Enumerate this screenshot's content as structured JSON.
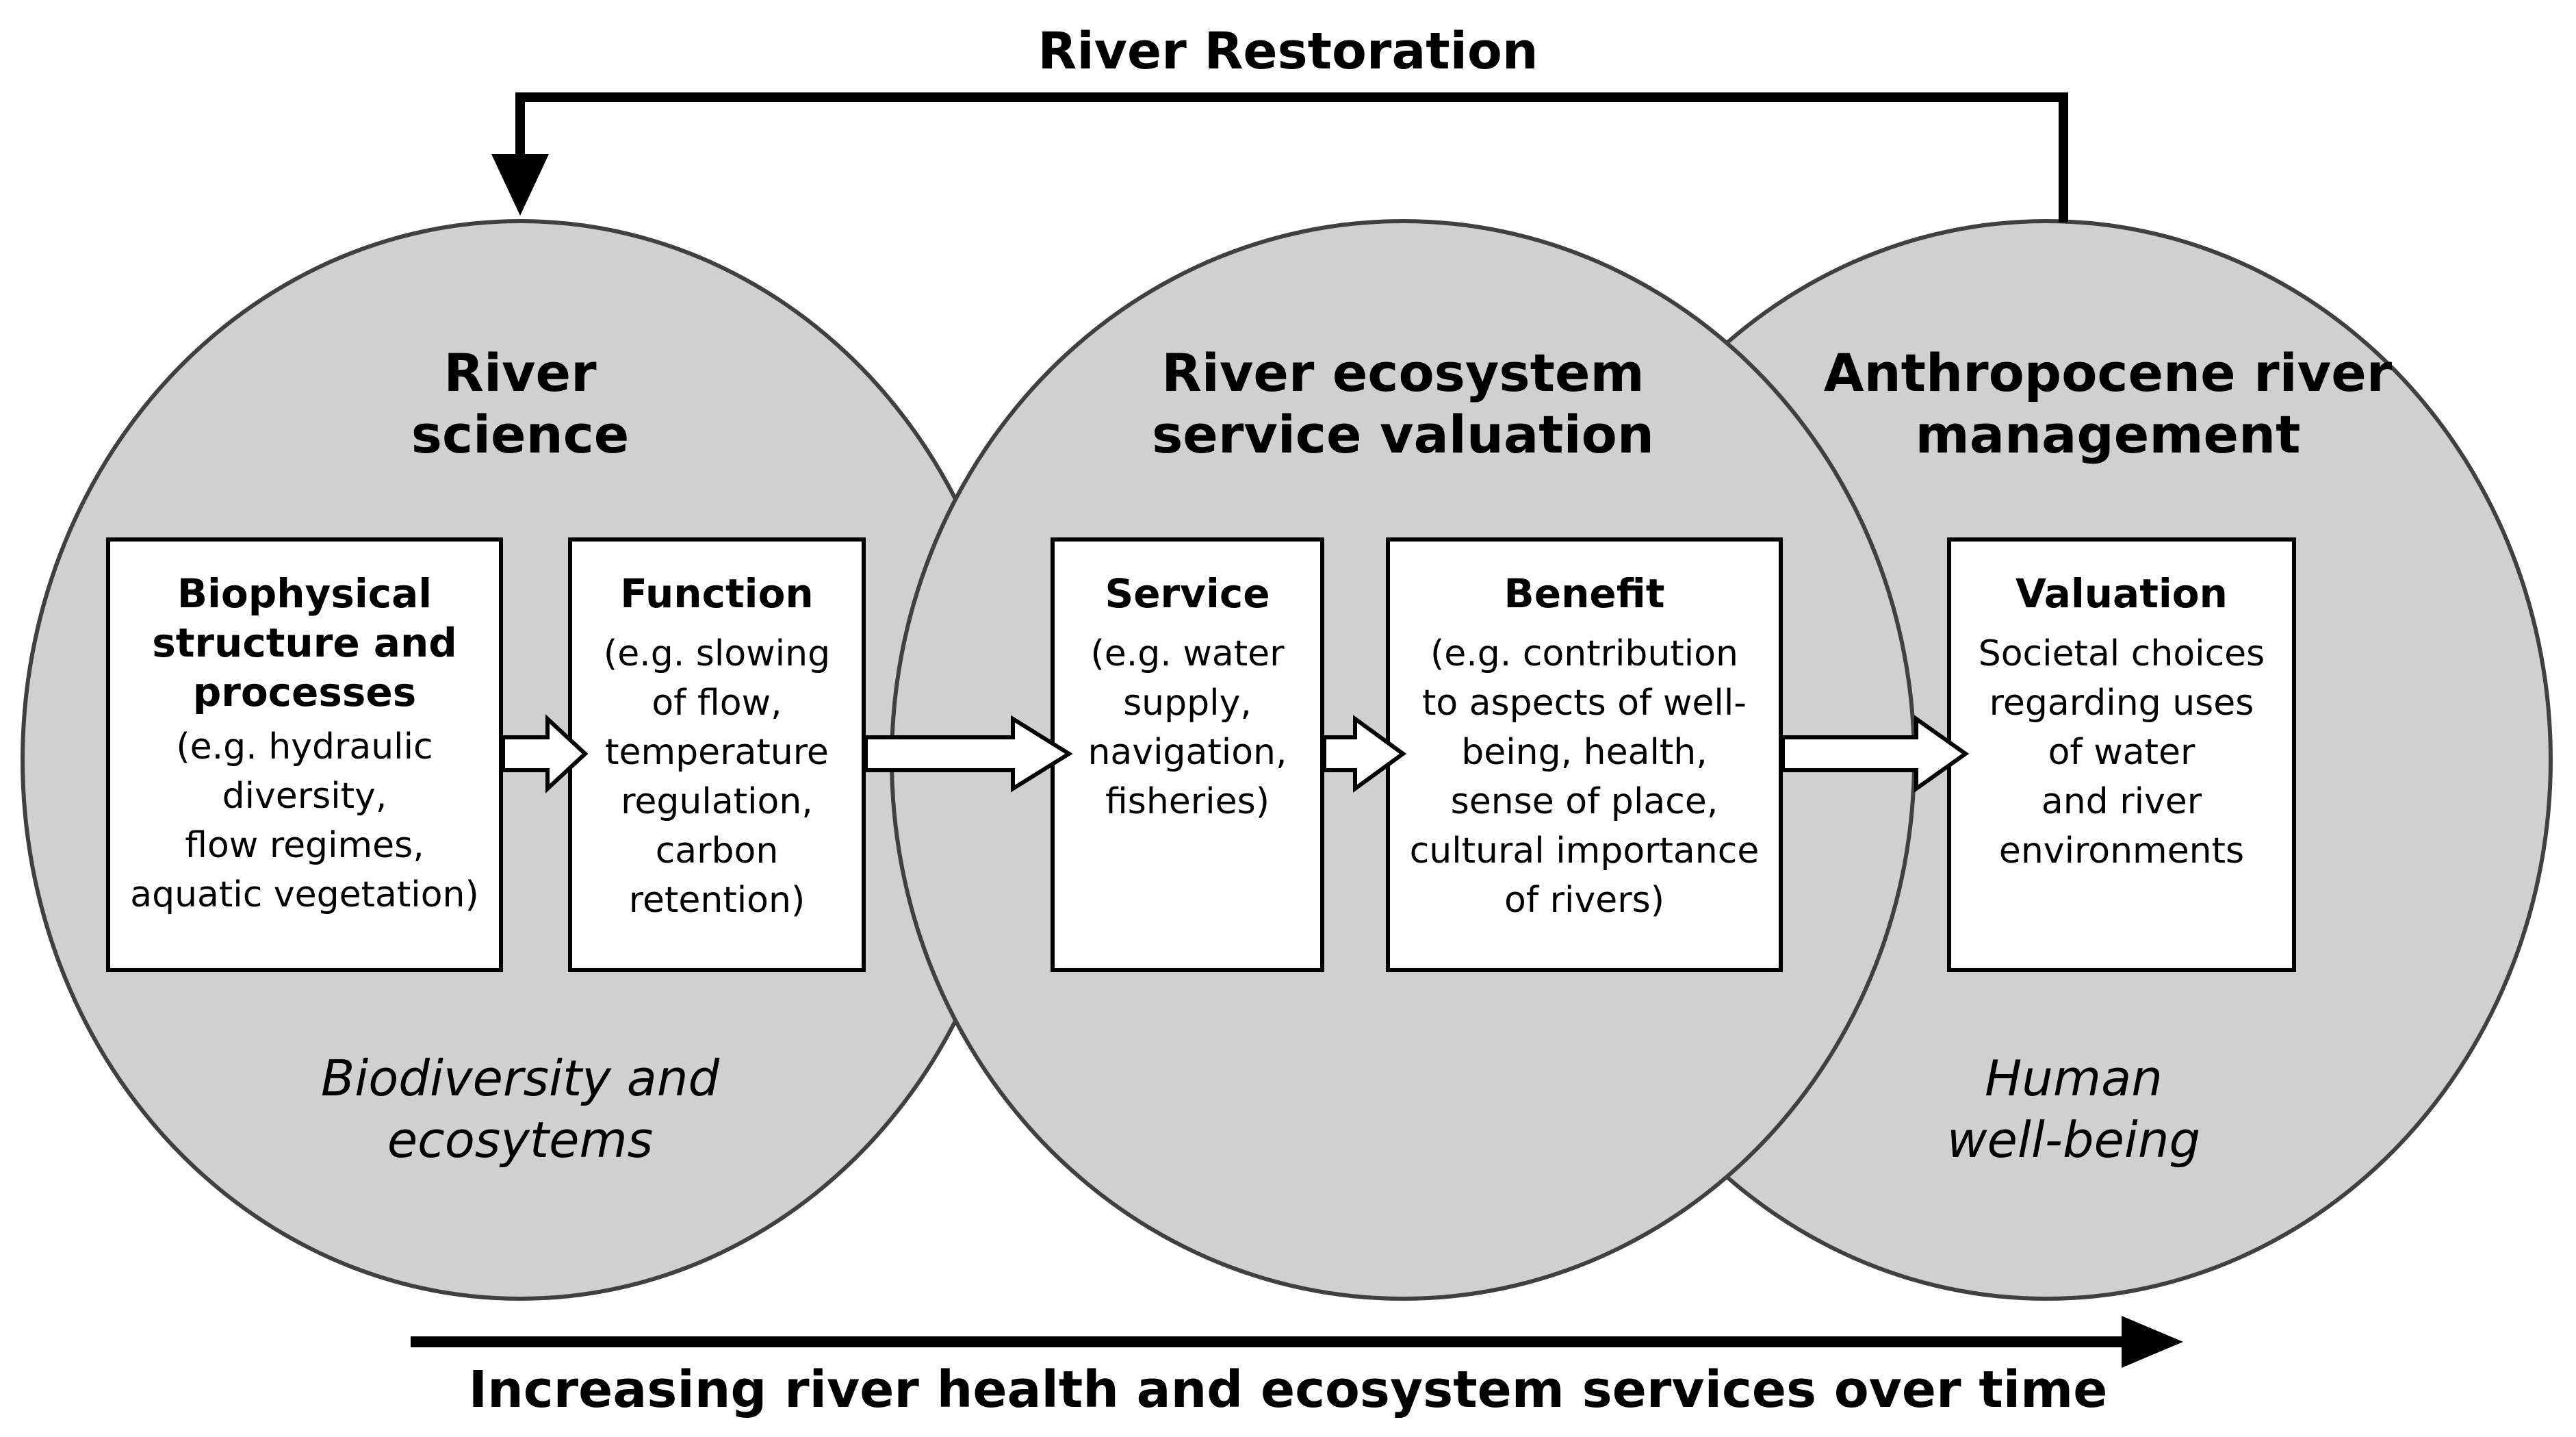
{
  "top_loop": {
    "label": "River Restoration"
  },
  "circles": [
    {
      "title": "River\nscience",
      "caption": "Biodiversity and\necosytems"
    },
    {
      "title": "River ecosystem\nservice valuation",
      "caption": ""
    },
    {
      "title": "Anthropocene river\nmanagement",
      "caption": "Human\nwell-being"
    }
  ],
  "boxes": [
    {
      "title": "Biophysical\nstructure and\nprocesses",
      "desc": "(e.g. hydraulic\ndiversity,\nflow regimes,\naquatic vegetation)"
    },
    {
      "title": "Function",
      "desc": "(e.g. slowing\nof flow,\ntemperature\nregulation,\ncarbon\nretention)"
    },
    {
      "title": "Service",
      "desc": "(e.g. water\nsupply,\nnavigation,\nfisheries)"
    },
    {
      "title": "Benefit",
      "desc": "(e.g. contribution\nto aspects of well-\nbeing, health,\nsense of place,\ncultural importance\nof rivers)"
    },
    {
      "title": "Valuation",
      "desc": "Societal choices\nregarding uses\nof water\nand river\nenvironments"
    }
  ],
  "bottom_axis": {
    "label": "Increasing river health and ecosystem services over time"
  },
  "colors": {
    "circle_fill": "#d0d0d0",
    "circle_stroke": "#404040",
    "box_fill": "#ffffff",
    "arrow_stroke": "#000000"
  }
}
